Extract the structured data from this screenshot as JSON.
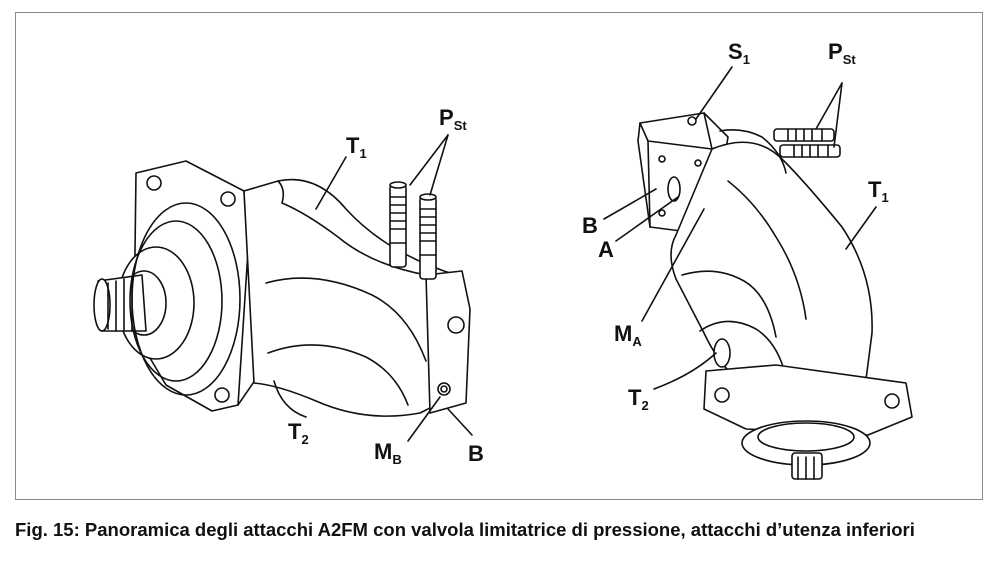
{
  "figure": {
    "labels": {
      "left": {
        "t1": {
          "main": "T",
          "sub": "1"
        },
        "pst": {
          "main": "P",
          "sub": "St"
        },
        "t2": {
          "main": "T",
          "sub": "2"
        },
        "mb": {
          "main": "M",
          "sub": "B"
        },
        "b": {
          "main": "B"
        }
      },
      "right": {
        "s1": {
          "main": "S",
          "sub": "1"
        },
        "pst": {
          "main": "P",
          "sub": "St"
        },
        "t1": {
          "main": "T",
          "sub": "1"
        },
        "b": {
          "main": "B"
        },
        "a": {
          "main": "A"
        },
        "ma": {
          "main": "M",
          "sub": "A"
        },
        "t2": {
          "main": "T",
          "sub": "2"
        }
      }
    }
  },
  "caption": {
    "text": "Fig. 15: Panoramica degli attacchi A2FM con valvola limitatrice di pressione, attacchi d’utenza inferiori"
  }
}
